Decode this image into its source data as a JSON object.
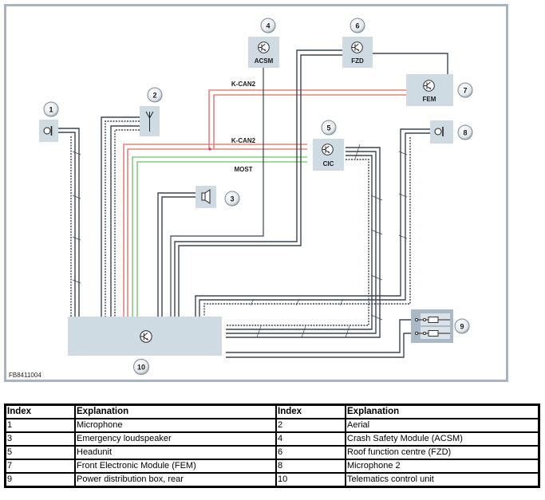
{
  "diagram": {
    "figure_code": "FB8411004",
    "bus_labels": {
      "kcan_top": "K-CAN2",
      "kcan_mid": "K-CAN2",
      "most": "MOST"
    },
    "colors": {
      "kcan": "#e8837c",
      "most": "#7ed07a",
      "wire": "#3a4552",
      "box": "#cfdbe2",
      "frame": "#a8b4bf"
    },
    "components": [
      {
        "index": "1",
        "label": "",
        "icon": "microphone-icon"
      },
      {
        "index": "2",
        "label": "",
        "icon": "aerial-icon"
      },
      {
        "index": "3",
        "label": "",
        "icon": "loudspeaker-icon"
      },
      {
        "index": "4",
        "label": "ACSM",
        "icon": "control-unit-icon"
      },
      {
        "index": "5",
        "label": "CIC",
        "icon": "control-unit-icon"
      },
      {
        "index": "6",
        "label": "FZD",
        "icon": "control-unit-icon"
      },
      {
        "index": "7",
        "label": "FEM",
        "icon": "control-unit-icon"
      },
      {
        "index": "8",
        "label": "",
        "icon": "microphone-icon"
      },
      {
        "index": "9",
        "label": "",
        "icon": "fuse-icon"
      },
      {
        "index": "10",
        "label": "",
        "icon": "control-unit-icon"
      }
    ]
  },
  "legend": {
    "headers": [
      "Index",
      "Explanation",
      "Index",
      "Explanation"
    ],
    "rows": [
      [
        "1",
        "Microphone",
        "2",
        "Aerial"
      ],
      [
        "3",
        "Emergency loudspeaker",
        "4",
        "Crash Safety Module (ACSM)"
      ],
      [
        "5",
        "Headunit",
        "6",
        "Roof function centre (FZD)"
      ],
      [
        "7",
        "Front Electronic Module (FEM)",
        "8",
        "Microphone 2"
      ],
      [
        "9",
        "Power distribution box, rear",
        "10",
        "Telematics control unit"
      ]
    ]
  }
}
